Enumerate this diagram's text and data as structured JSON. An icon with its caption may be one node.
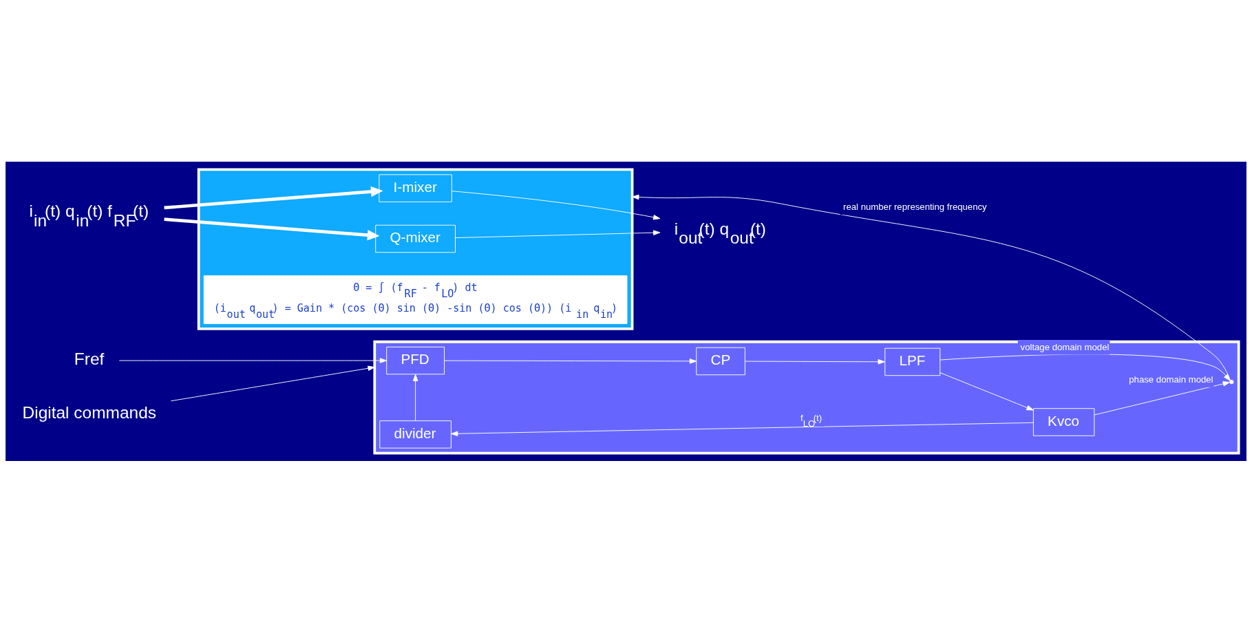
{
  "diagram": {
    "nodes": [
      {
        "text": [],
        "shape": "box"
      },
      {
        "text": [
          "Fref"
        ]
      },
      {
        "text": [
          "Digital commands"
        ]
      },
      {
        "text": [
          "PFD"
        ],
        "in": 0
      },
      {
        "text": [
          "CP"
        ],
        "in": 0
      },
      {
        "text": [
          "LPF"
        ],
        "in": 0
      },
      {
        "text": [
          "Kvco"
        ],
        "in": 0
      },
      {
        "text": [
          "divider"
        ],
        "in": 0
      },
      {
        "text": [],
        "shape": "box"
      },
      {
        "text": [
          "I-mixer"
        ],
        "in": 8
      },
      {
        "text": [
          "Q-mixer"
        ],
        "in": 8
      },
      {
        "text": [
          "Θ = ∫ (f$_{RF}$ - f$_{LO}$) dt",
          "(i$_{out}$ q$_{out}$) = Gain * (cos (Θ) sin (Θ) -sin (Θ) cos (Θ)) (i$_{in}$ q$_{in}$)"
        ],
        "in": 8
      },
      {
        "text": [
          "i$_{in}$(t) q$_{in}$(t) f$_{RF}$(t)"
        ]
      },
      {
        "text": [
          "i$_{out}$(t) q$_{out}$(t)"
        ]
      },
      {
        "text": [],
        "shape": "point",
        "in": 0
      }
    ],
    "edges": [
      {
        "from": 1,
        "to": 3,
        "arrow": "to"
      },
      {
        "from": 2,
        "to": 0,
        "arrow": "to"
      },
      {
        "from": 3,
        "to": 4,
        "arrow": "to"
      },
      {
        "from": 4,
        "to": 5,
        "arrow": "to"
      },
      {
        "from": 5,
        "to": 6,
        "arrow": "to"
      },
      {
        "from": 6,
        "to": 7,
        "arrow": "to",
        "label": "f$_{LO}$(t)"
      },
      {
        "from": 7,
        "to": 3,
        "arrow": "to"
      },
      {
        "from": 5,
        "to": 14,
        "arrow": "to",
        "label": "voltage domain model"
      },
      {
        "from": 6,
        "to": 14,
        "arrow": "to",
        "label": "phase domain model"
      },
      {
        "from": 14,
        "to": 8,
        "arrow": "to",
        "label": "real number representing frequency"
      },
      {
        "from": 12,
        "to": 9,
        "arrow": "to",
        "style": "thick"
      },
      {
        "from": 12,
        "to": 10,
        "arrow": "to",
        "style": "thick"
      },
      {
        "from": 9,
        "to": 13,
        "arrow": "to"
      },
      {
        "from": 10,
        "to": 13,
        "arrow": "to"
      }
    ]
  }
}
